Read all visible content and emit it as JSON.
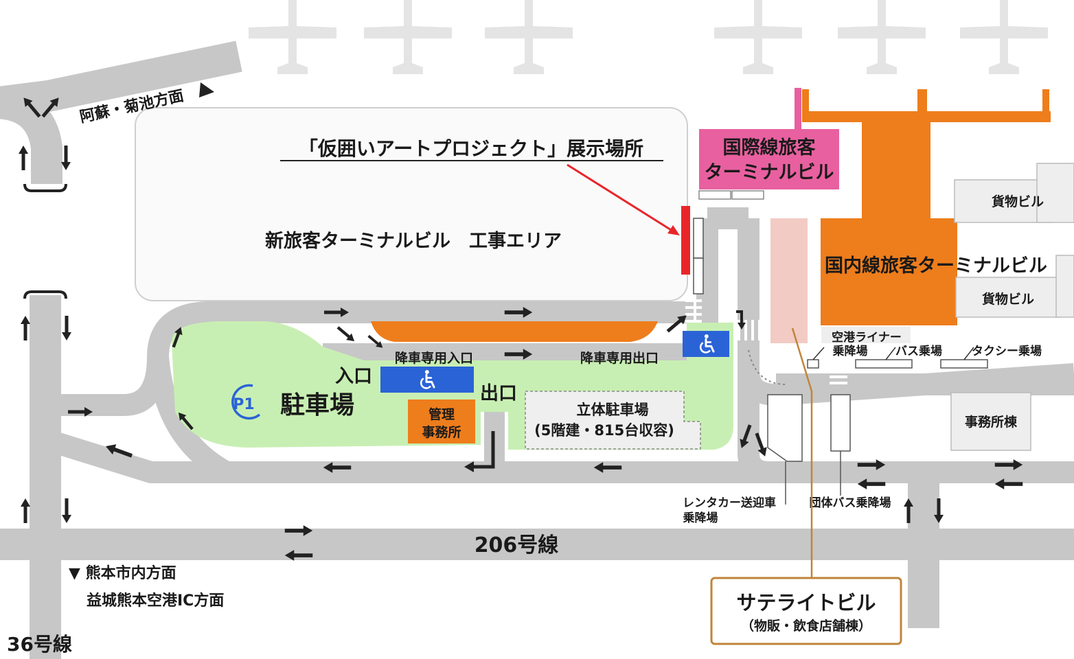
{
  "colors": {
    "road": "#c7c7c7",
    "plane": "#e4e4e4",
    "parking": "#c8efb3",
    "orange": "#ee7d1c",
    "pink": "#e8609f",
    "salmon": "#f2cbc4",
    "blue": "#2a63d6",
    "red": "#e8262a",
    "brown": "#c0843a",
    "gray_building": "#eeeeee"
  },
  "labels": {
    "aso_kikuchi": "阿蘇・菊池方面",
    "art_project": "「仮囲いアートプロジェクト」展示場所",
    "construction": "新旅客ターミナルビル　工事エリア",
    "intl_terminal": [
      "国際線旅客",
      "ターミナルビル"
    ],
    "dom_terminal": "国内線旅客ターミナルビル",
    "cargo_1": "貨物ビル",
    "cargo_2": "貨物ビル",
    "office_bldg": "事務所棟",
    "airport_liner": [
      "空港ライナー",
      "乗降場"
    ],
    "bus_stop": "バス乗場",
    "taxi_stop": "タクシー乗場",
    "dropoff_entrance": "降車専用入口",
    "dropoff_exit": "降車専用出口",
    "entrance": "入口",
    "exit": "出口",
    "p1_mark": "P1",
    "parking": "駐車場",
    "management": [
      "管理",
      "事務所"
    ],
    "garage": [
      "立体駐車場",
      "(5階建・815台収容)"
    ],
    "rental_car": [
      "レンタカー送迎車",
      "乗降場"
    ],
    "group_bus": "団体バス乗降場",
    "route_206": "206号線",
    "kumamoto_city": "▼ 熊本市内方面",
    "mashiki_ic": "益城熊本空港IC方面",
    "route_36": "36号線",
    "satellite": [
      "サテライトビル",
      "（物販・飲食店舗棟）"
    ]
  },
  "icons": [
    "airplane-icon",
    "wheelchair-icon",
    "direction-arrow-icon",
    "p1-parking-icon"
  ]
}
